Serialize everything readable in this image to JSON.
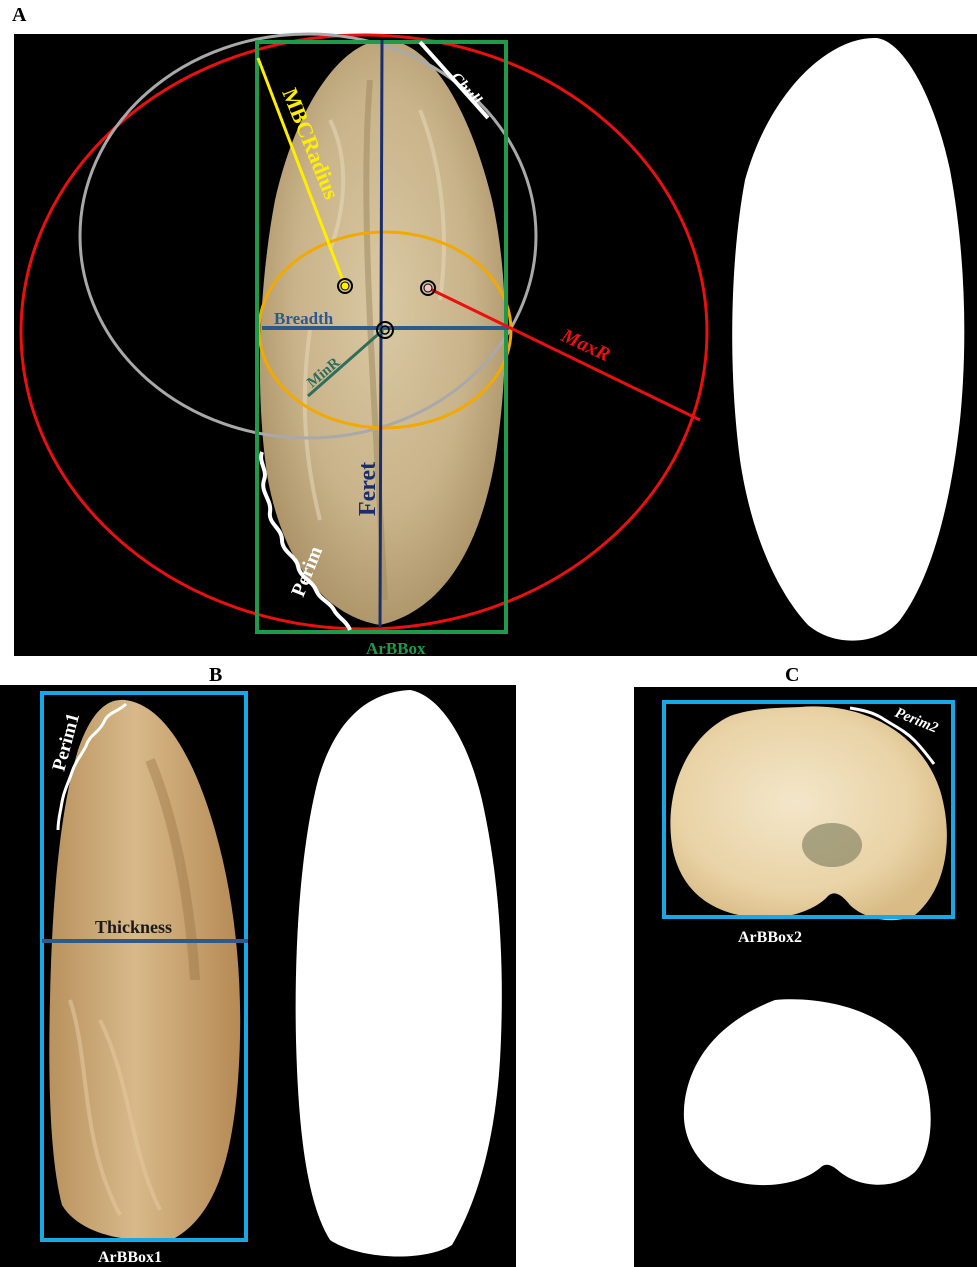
{
  "panels": {
    "a": {
      "letter": "A"
    },
    "b": {
      "letter": "B"
    },
    "c": {
      "letter": "C"
    }
  },
  "labels": {
    "chull": "Chull",
    "mbc_radius": "MBCRadius",
    "breadth": "Breadth",
    "min_r": "MinR",
    "max_r": "MaxR",
    "feret": "Feret",
    "perim": "Perim",
    "arbbox": "ArBBox",
    "perim1": "Perim1",
    "thickness": "Thickness",
    "arbbox1": "ArBBox1",
    "perim2": "Perim2",
    "arbbox2": "ArBBox2"
  },
  "colors": {
    "background": "#000000",
    "ellipse_max": "#e81010",
    "circle_mbc": "#a9a9a9",
    "ellipse_min": "#f2a900",
    "bbox_a": "#1f9a4a",
    "feret_axis": "#1b2d6b",
    "breadth_axis": "#2b5b8a",
    "min_r": "#2f6e5a",
    "mbc_radius": "#ffee00",
    "chull": "#ffffff",
    "bbox_bc": "#18a8e6",
    "seed_tan": "#cdb890",
    "mask": "#ffffff"
  }
}
